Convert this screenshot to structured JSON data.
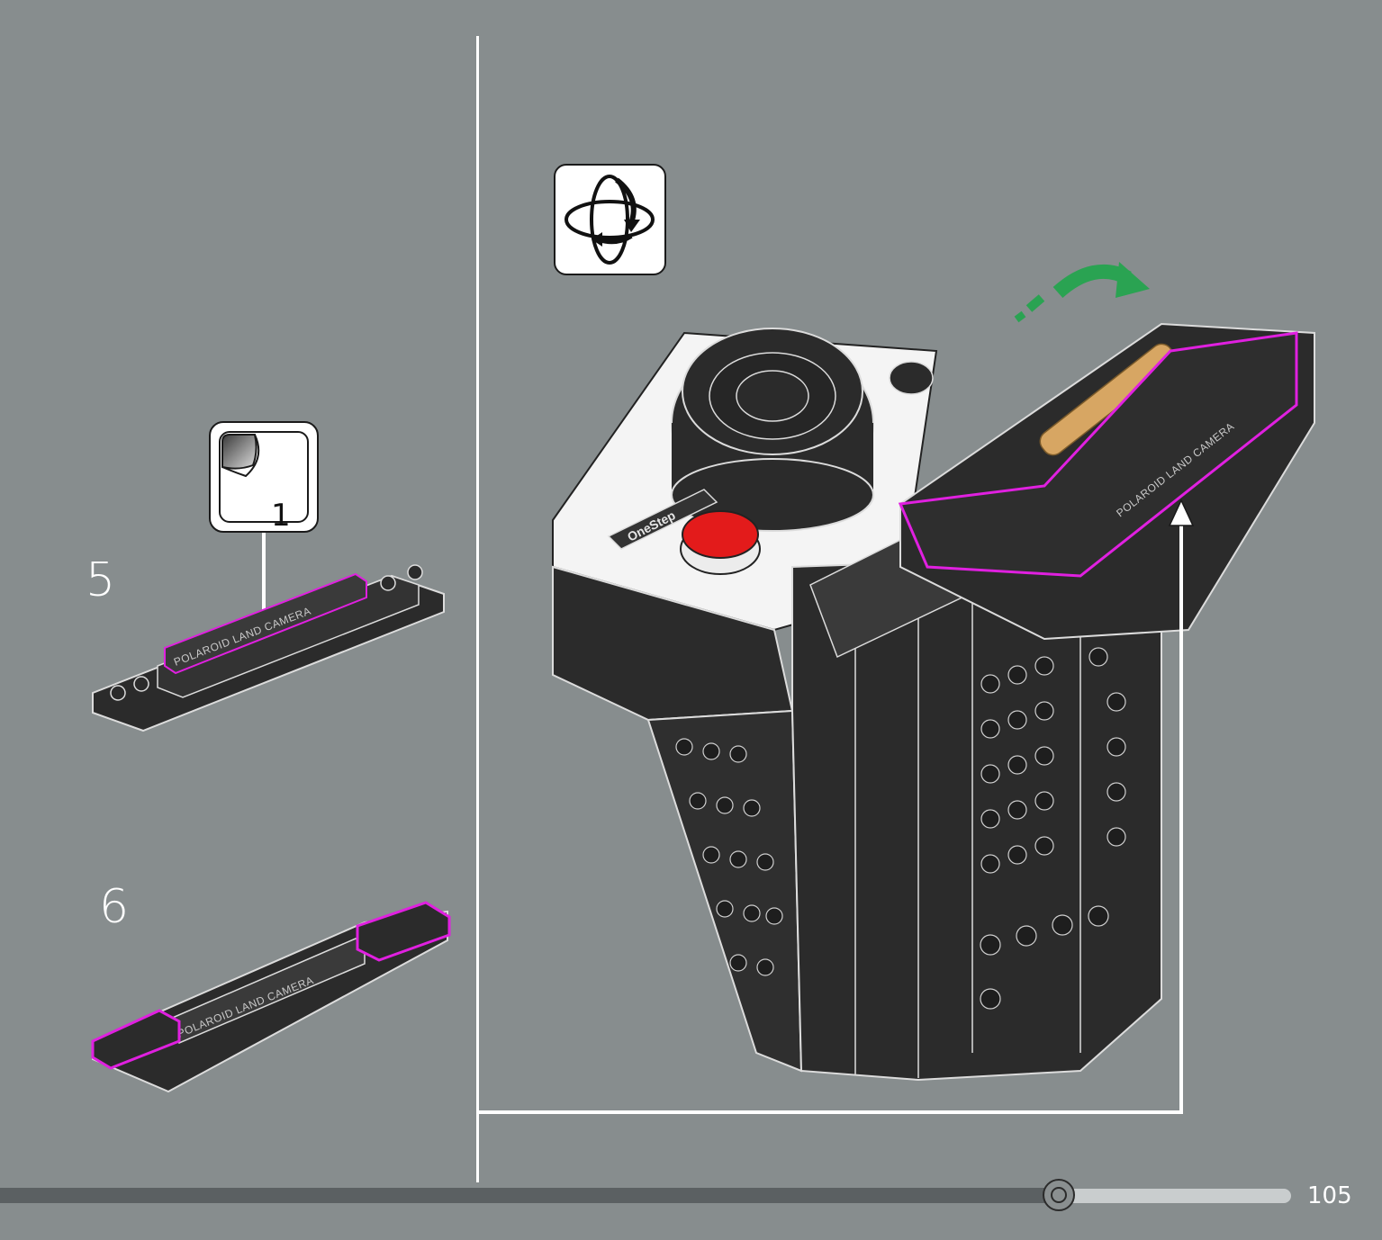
{
  "steps": [
    {
      "number": "5",
      "sticker_number": "1",
      "brick_label": "POLAROID LAND CAMERA"
    },
    {
      "number": "6",
      "brick_label": "POLAROID LAND CAMERA"
    }
  ],
  "main_model": {
    "button_label": "OneStep",
    "side_label": "POLAROID LAND CAMERA"
  },
  "icons": {
    "rotate": "rotate-model-icon",
    "sticker": "sticker-icon",
    "turn_arrow": "green-turn-arrow-icon"
  },
  "colors": {
    "background": "#878d8e",
    "highlight": "#e020e0",
    "arrow": "#2aa352",
    "button": "#e31b1b"
  },
  "footer": {
    "page_number": "105",
    "progress": 0.77
  }
}
